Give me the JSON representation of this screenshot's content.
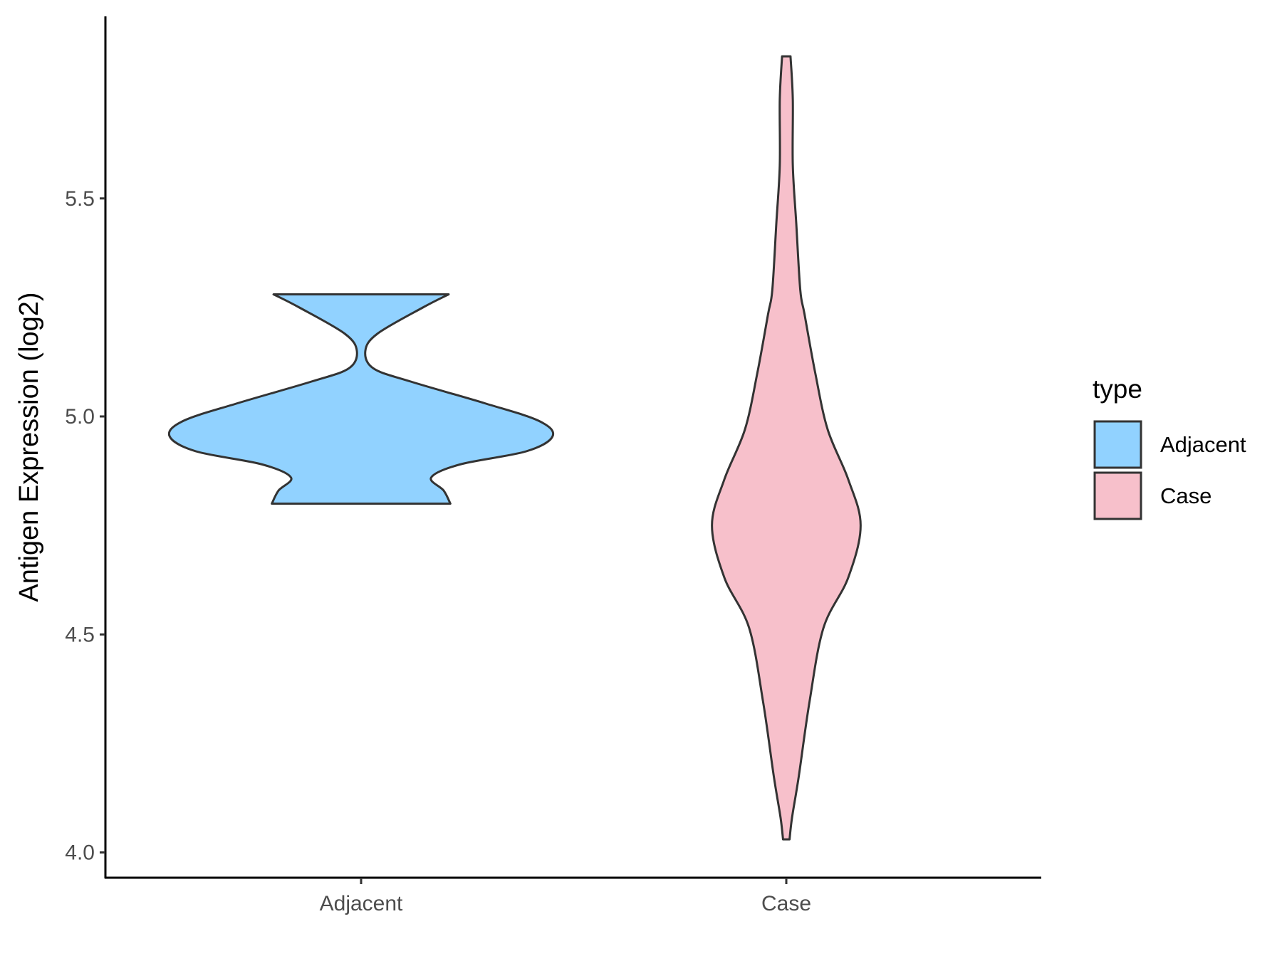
{
  "chart_data": {
    "type": "violin",
    "title": "",
    "xlabel": "",
    "ylabel": "Antigen Expression (log2)",
    "ylim": [
      3.94,
      5.91
    ],
    "yticks": [
      4.0,
      4.5,
      5.0,
      5.5
    ],
    "ytick_labels": [
      "4.0",
      "4.5",
      "5.0",
      "5.5"
    ],
    "categories": [
      "Adjacent",
      "Case"
    ],
    "grid": false,
    "legend": {
      "title": "type",
      "placement": "right",
      "entries": [
        "Adjacent",
        "Case"
      ]
    },
    "series": [
      {
        "name": "Adjacent",
        "color": "#91D2FF",
        "range": [
          4.8,
          5.28
        ],
        "density_profile": [
          [
            5.28,
            0.457
          ],
          [
            5.25,
            0.323
          ],
          [
            5.19,
            0.086
          ],
          [
            5.15,
            0.022
          ],
          [
            5.11,
            0.065
          ],
          [
            5.08,
            0.259
          ],
          [
            5.03,
            0.647
          ],
          [
            4.99,
            0.927
          ],
          [
            4.955,
            1.0
          ],
          [
            4.92,
            0.862
          ],
          [
            4.89,
            0.517
          ],
          [
            4.86,
            0.366
          ],
          [
            4.83,
            0.431
          ],
          [
            4.8,
            0.466
          ]
        ]
      },
      {
        "name": "Case",
        "color": "#F7C0CB",
        "range": [
          4.03,
          5.826
        ],
        "density_profile": [
          [
            5.826,
            0.022
          ],
          [
            5.727,
            0.034
          ],
          [
            5.576,
            0.034
          ],
          [
            5.443,
            0.052
          ],
          [
            5.29,
            0.073
          ],
          [
            5.235,
            0.095
          ],
          [
            5.1,
            0.151
          ],
          [
            4.97,
            0.216
          ],
          [
            4.856,
            0.323
          ],
          [
            4.75,
            0.388
          ],
          [
            4.63,
            0.323
          ],
          [
            4.515,
            0.194
          ],
          [
            4.345,
            0.121
          ],
          [
            4.174,
            0.065
          ],
          [
            4.08,
            0.03
          ],
          [
            4.03,
            0.017
          ]
        ]
      }
    ]
  }
}
